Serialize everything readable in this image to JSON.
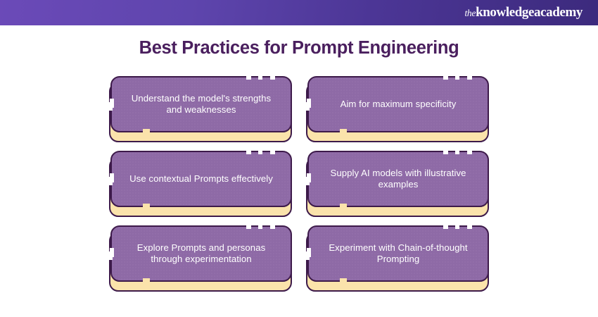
{
  "header": {
    "brand_the": "the",
    "brand_main": "knowledgeacademy",
    "gradient_from": "#6b4ab8",
    "gradient_to": "#3c2a7d"
  },
  "title": "Best Practices for Prompt Engineering",
  "colors": {
    "title": "#4a1f5e",
    "card_face": "#8e6aa6",
    "card_base": "#fbe3ab",
    "card_border": "#3d1a4a",
    "card_text": "#ffffff",
    "page_background": "#ffffff"
  },
  "cards": [
    {
      "id": "understand-model",
      "text": "Understand the model's strengths and weaknesses"
    },
    {
      "id": "maximum-specificity",
      "text": "Aim for maximum specificity"
    },
    {
      "id": "contextual-prompts",
      "text": "Use contextual Prompts effectively"
    },
    {
      "id": "illustrative-examples",
      "text": "Supply AI models with illustrative examples"
    },
    {
      "id": "prompts-personas",
      "text": "Explore Prompts and personas through experimentation"
    },
    {
      "id": "chain-of-thought",
      "text": "Experiment with Chain-of-thought Prompting"
    }
  ]
}
